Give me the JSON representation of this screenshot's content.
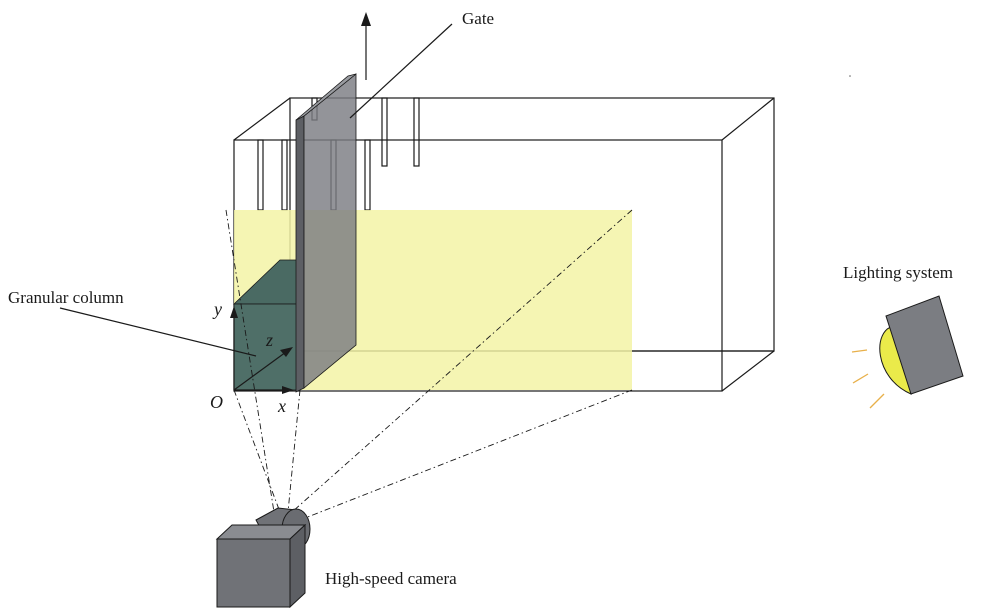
{
  "labels": {
    "gate": "Gate",
    "granular_column": "Granular column",
    "lighting_system": "Lighting system",
    "high_speed_camera": "High-speed camera"
  },
  "axes": {
    "origin": "O",
    "x": "x",
    "y": "y",
    "z": "z"
  },
  "colors": {
    "illuminated_plane": "#f3f3a6",
    "granular_column": "#4f6f68",
    "gate": "#7b7d82",
    "camera_body": "#707277",
    "lamp_face": "#eaea4a",
    "light_rays": "#e8b04a",
    "lines": "#1a1a1a"
  }
}
